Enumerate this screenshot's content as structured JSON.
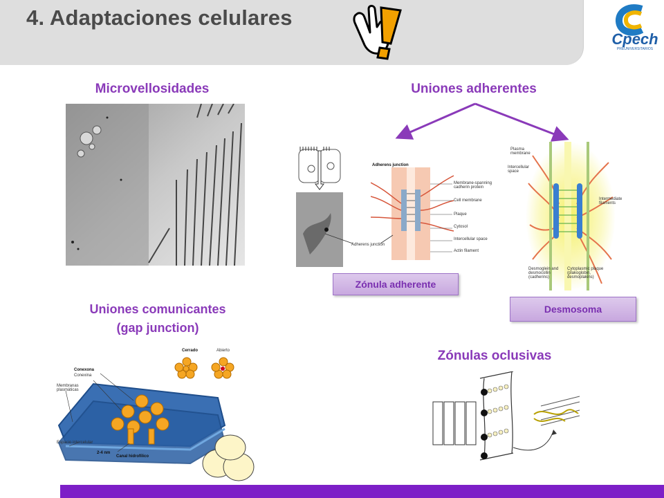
{
  "header": {
    "title": "4. Adaptaciones celulares"
  },
  "logo": {
    "text": "Cpech",
    "subtext": "PREUNIVERSITARIOS"
  },
  "sections": {
    "microvellosidades": "Microvellosidades",
    "uniones_adherentes": "Uniones adherentes",
    "uniones_comunicantes": "Uniones comunicantes",
    "gap_junction": "(gap junction)",
    "zonulas_oclusivas": "Zónulas oclusivas"
  },
  "labels": {
    "zonula_adherente": "Zónula adherente",
    "desmosoma": "Desmosoma"
  },
  "adherens_diagram": {
    "title": "Adherens junction",
    "labels": [
      "Membrane-spanning cadherin protein",
      "Cell membrane",
      "Plaque",
      "Cytosol",
      "Intercellular space",
      "Actin filament"
    ],
    "micro_label": "Adherens junction"
  },
  "desmosome_diagram": {
    "labels": [
      "Plasma membrane",
      "Intercellular space",
      "Intermediate filaments",
      "Desmoglein and desmocollin (cadherins)",
      "Cytoplasmic plaque (plakoglobin, desmoplakins)"
    ]
  },
  "gap_diagram": {
    "closed": "Cerrado",
    "open": "Abierto",
    "conexona": "Conexona",
    "conexina": "Conexina",
    "membranas": "Membranas plasmáticas",
    "espacio": "Espacio intercelular",
    "nm": "2-4 nm",
    "canal": "Canal hidrofílico"
  },
  "colors": {
    "accent": "#8a3ab9",
    "bar": "#7d1fc7",
    "title": "#4a4a4a"
  }
}
